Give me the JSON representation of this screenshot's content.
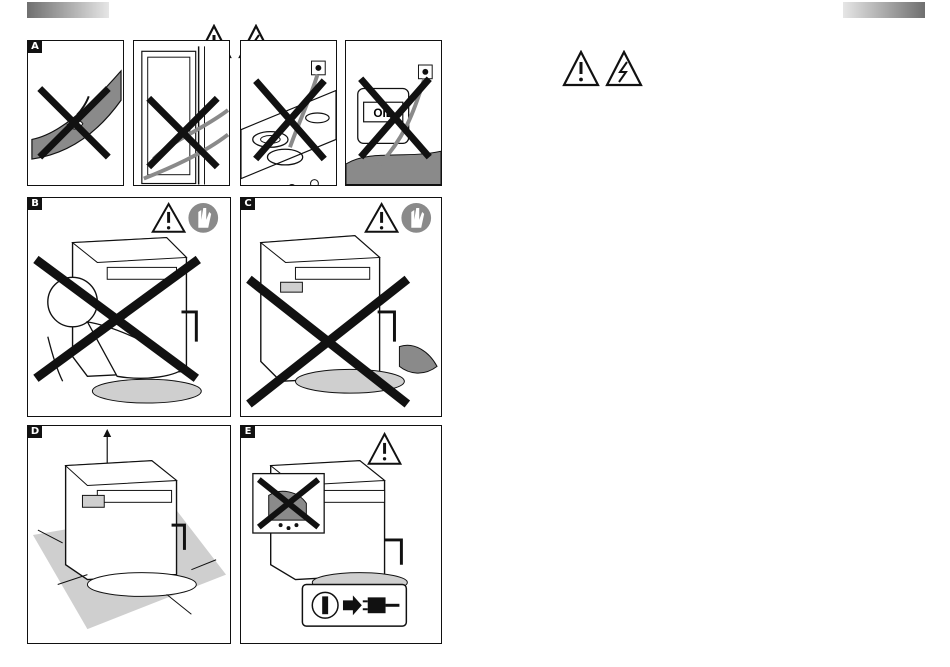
{
  "panels": {
    "a": {
      "label": "A"
    },
    "b": {
      "label": "B"
    },
    "c": {
      "label": "C"
    },
    "d": {
      "label": "D"
    },
    "e": {
      "label": "E"
    }
  },
  "captions": {
    "oil": "OIL"
  },
  "colors": {
    "ink": "#111111",
    "shade": "#cfcfcf",
    "dark_shade": "#8a8a8a"
  },
  "icons": [
    "warning-triangle-icon",
    "electric-shock-icon",
    "hand-stop-icon",
    "cross-out-icon",
    "power-plug-icon",
    "socket-icon"
  ]
}
